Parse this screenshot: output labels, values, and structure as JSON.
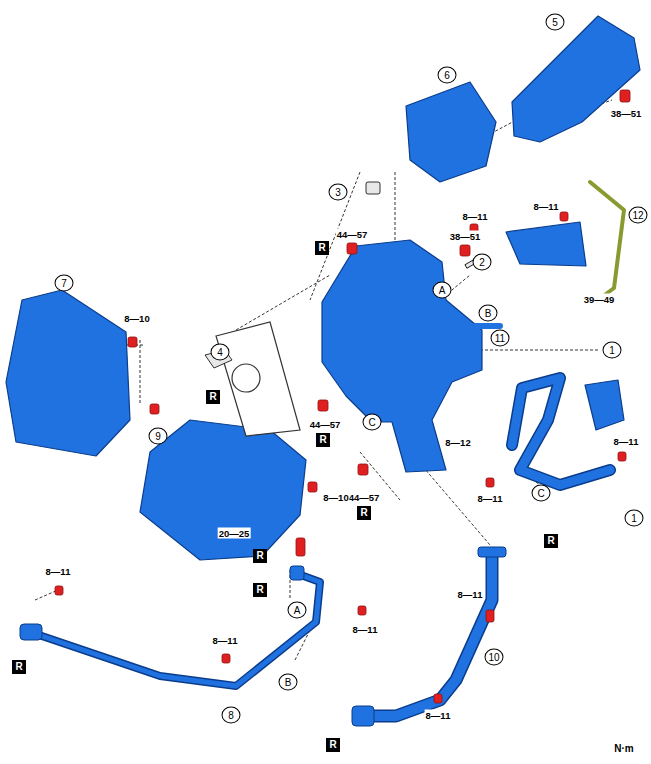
{
  "diagram": {
    "labels": [
      "5",
      "38—51",
      "6",
      "3",
      "R",
      "44—57",
      "38—51",
      "2",
      "A",
      "B",
      "11",
      "8—11",
      "8—11",
      "12",
      "39—49",
      "1",
      "4",
      "7",
      "8—10",
      "R",
      "44—57",
      "R",
      "C",
      "44—57",
      "R",
      "8—12",
      "8—11",
      "C",
      "8—11",
      "1",
      "9",
      "8—10",
      "20—25",
      "R",
      "R",
      "A",
      "8—11",
      "R",
      "8—11",
      "8—11",
      "B",
      "8",
      "R",
      "8—11",
      "10",
      "8—11",
      "R",
      "N·m"
    ]
  }
}
